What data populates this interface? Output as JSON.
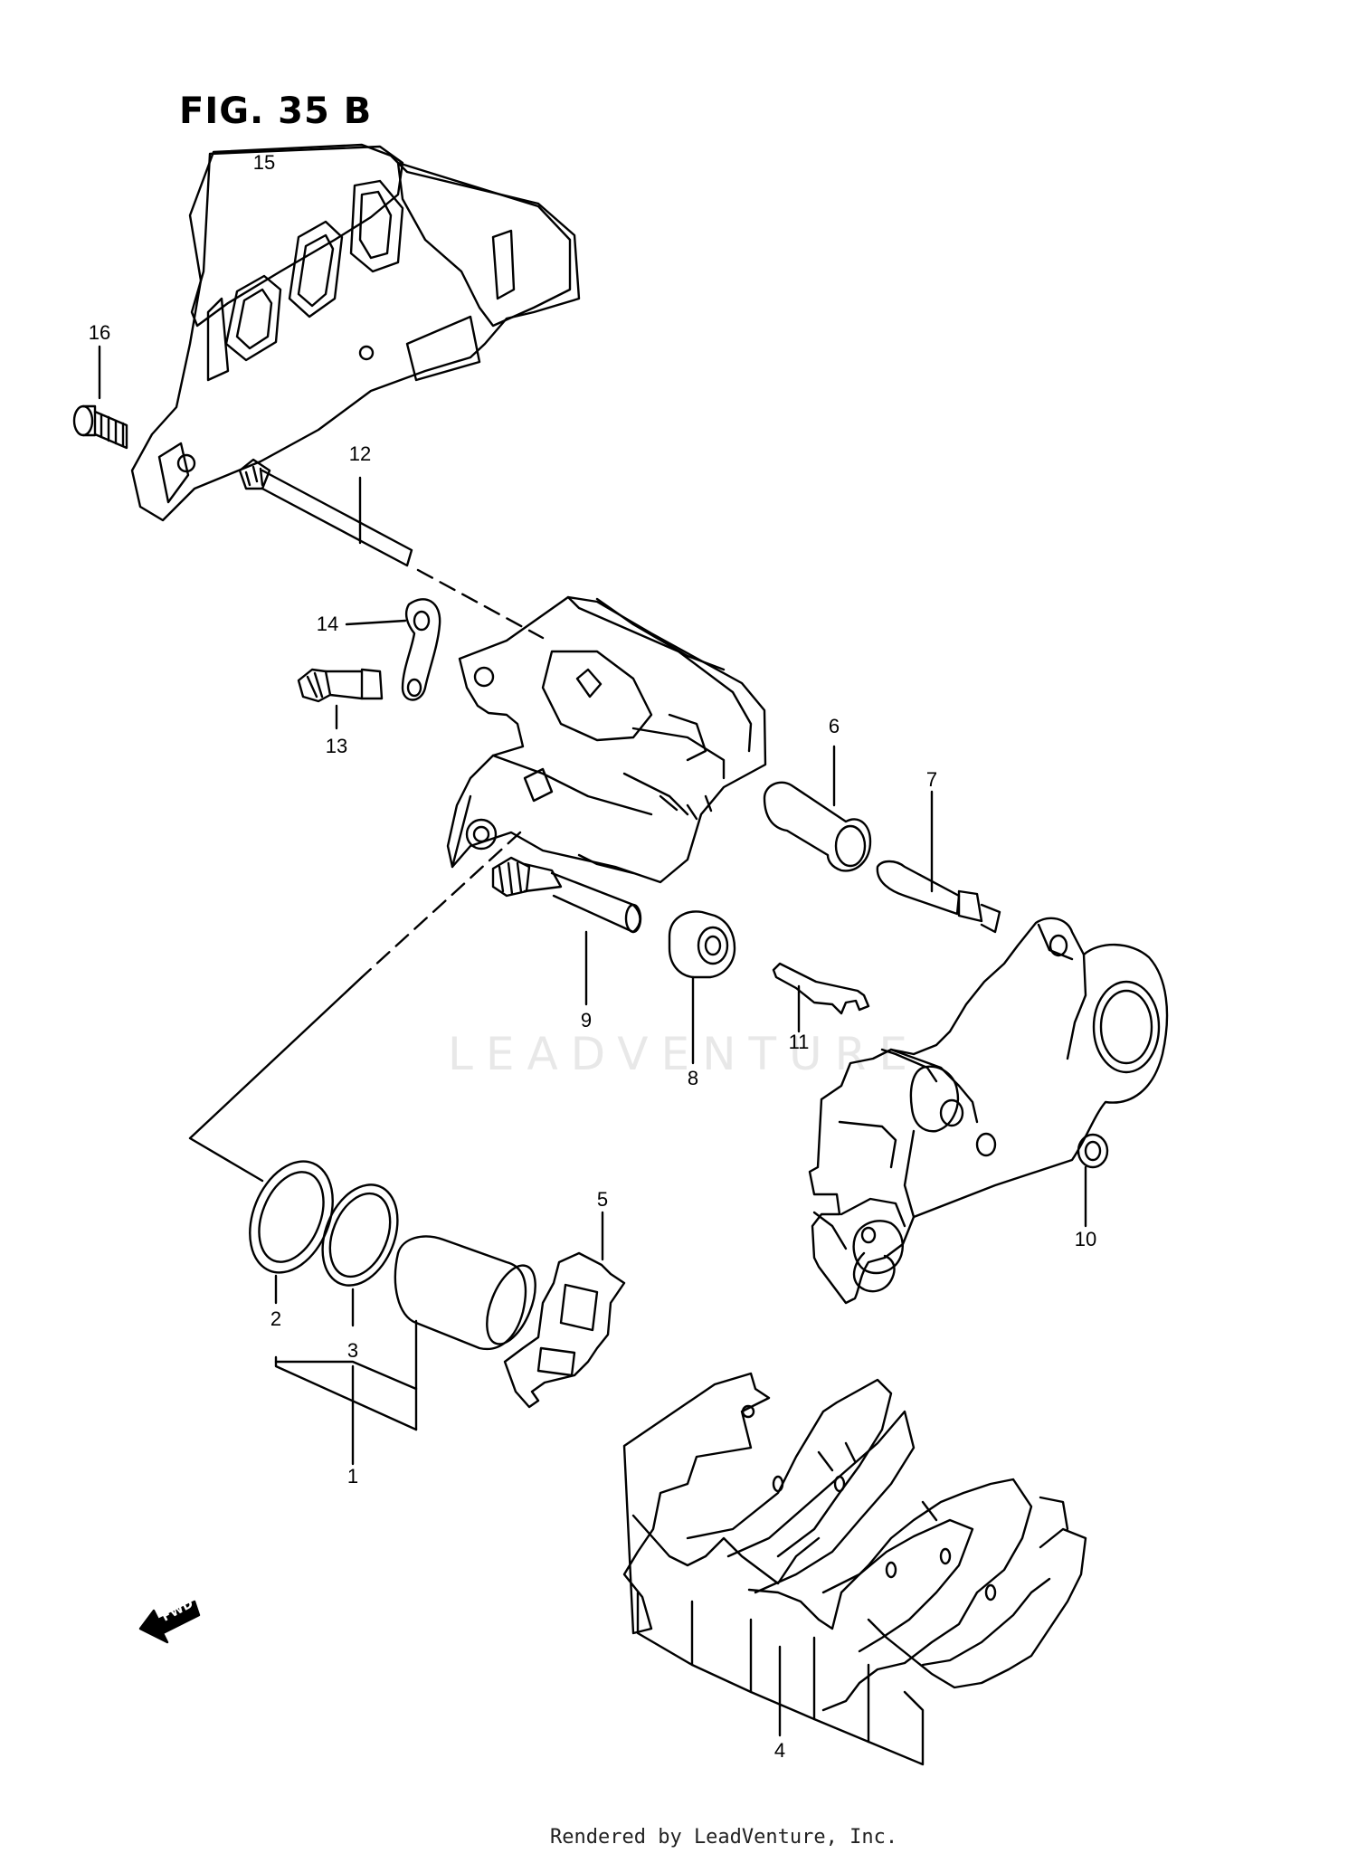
{
  "figure": {
    "title": "FIG. 35 B",
    "watermark": "LEADVENTURE",
    "footer": "Rendered by LeadVenture, Inc.",
    "fwd_label": "FWD"
  },
  "callouts": [
    {
      "id": "1",
      "label": "1"
    },
    {
      "id": "2",
      "label": "2"
    },
    {
      "id": "3",
      "label": "3"
    },
    {
      "id": "4",
      "label": "4"
    },
    {
      "id": "5",
      "label": "5"
    },
    {
      "id": "6",
      "label": "6"
    },
    {
      "id": "7",
      "label": "7"
    },
    {
      "id": "8",
      "label": "8"
    },
    {
      "id": "9",
      "label": "9"
    },
    {
      "id": "10",
      "label": "10"
    },
    {
      "id": "11",
      "label": "11"
    },
    {
      "id": "12",
      "label": "12"
    },
    {
      "id": "13",
      "label": "13"
    },
    {
      "id": "14",
      "label": "14"
    },
    {
      "id": "15",
      "label": "15"
    },
    {
      "id": "16",
      "label": "16"
    }
  ]
}
